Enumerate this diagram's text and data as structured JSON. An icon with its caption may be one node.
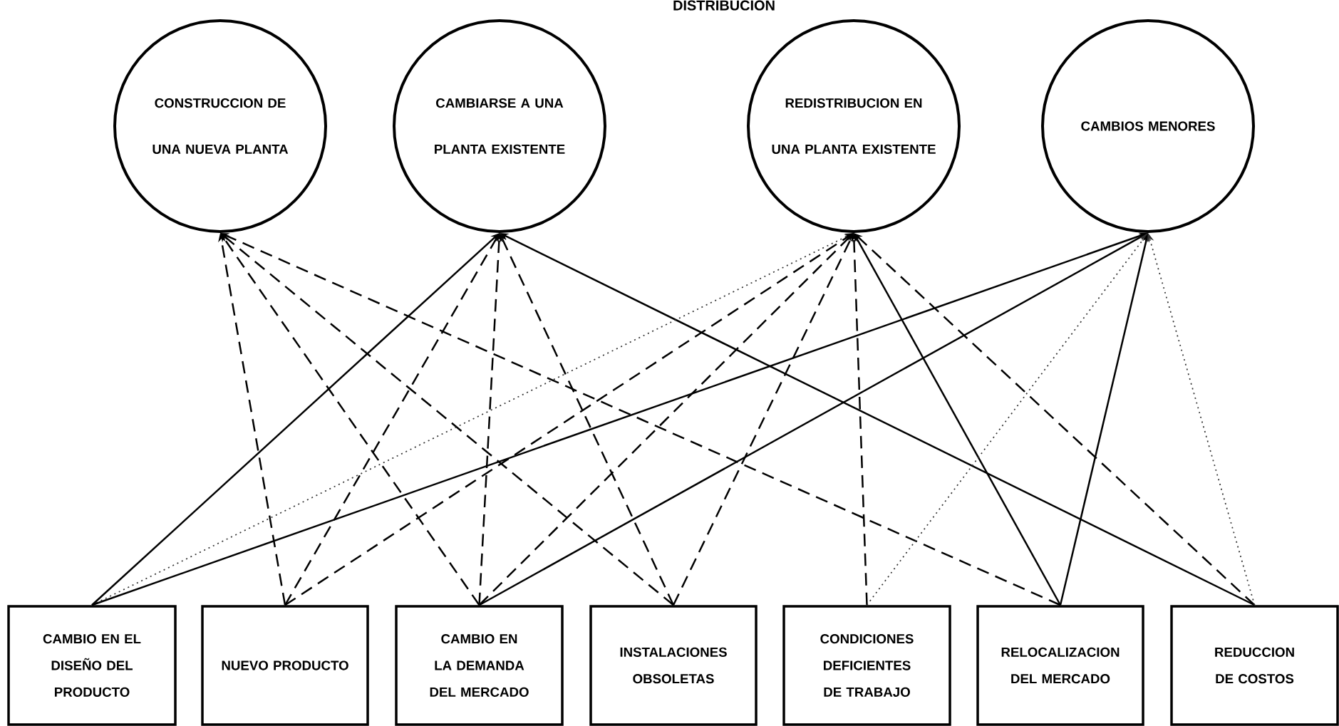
{
  "diagram": {
    "title": "DISTRIBUCION",
    "nodes": [
      {
        "text": [
          "CONSTRUCCION DE UNA NUEVA PLANTA"
        ]
      },
      {
        "text": [
          "CAMBIARSE A UNA PLANTA EXISTENTE"
        ]
      },
      {
        "text": [
          "REDISTRIBUCION EN UNA PLANTA EXISTENTE"
        ]
      },
      {
        "text": [
          "CAMBIOS MENORES"
        ]
      },
      {
        "text": [
          "CAMBIO EN EL DISEÑO DEL PRODUCTO"
        ]
      },
      {
        "text": [
          "NUEVO PRODUCTO"
        ]
      },
      {
        "text": [
          "CAMBIO EN LA DEMANDA DEL MERCADO"
        ]
      },
      {
        "text": [
          "INSTALACIONES OBSOLETAS"
        ]
      },
      {
        "text": [
          "CONDICIONES DEFICIENTES DE TRABAJO"
        ]
      },
      {
        "text": [
          "RELOCALIZACION DEL MERCADO"
        ]
      },
      {
        "text": [
          "REDUCCION DE COSTOS"
        ]
      }
    ],
    "edges": [
      {
        "from": 5,
        "to": 0,
        "arrow": "to",
        "style": "dashed"
      },
      {
        "from": 6,
        "to": 0,
        "arrow": "to",
        "style": "dashed"
      },
      {
        "from": 7,
        "to": 0,
        "arrow": "to",
        "style": "dashed"
      },
      {
        "from": 9,
        "to": 0,
        "arrow": "to",
        "style": "dashed"
      },
      {
        "from": 4,
        "to": 1,
        "arrow": "to"
      },
      {
        "from": 5,
        "to": 1,
        "arrow": "to",
        "style": "dashed"
      },
      {
        "from": 6,
        "to": 1,
        "arrow": "to",
        "style": "dashed"
      },
      {
        "from": 7,
        "to": 1,
        "arrow": "to",
        "style": "dashed"
      },
      {
        "from": 10,
        "to": 1,
        "arrow": "to"
      },
      {
        "from": 4,
        "to": 2,
        "arrow": "to",
        "style": "dashed",
        "color": "#333333"
      },
      {
        "from": 5,
        "to": 2,
        "arrow": "to",
        "style": "dashed"
      },
      {
        "from": 6,
        "to": 2,
        "arrow": "to",
        "style": "dashed"
      },
      {
        "from": 7,
        "to": 2,
        "arrow": "to",
        "style": "dashed"
      },
      {
        "from": 8,
        "to": 2,
        "arrow": "to",
        "style": "dashed"
      },
      {
        "from": 9,
        "to": 2,
        "arrow": "to"
      },
      {
        "from": 10,
        "to": 2,
        "arrow": "to",
        "style": "dashed"
      },
      {
        "from": 4,
        "to": 3,
        "arrow": "to"
      },
      {
        "from": 6,
        "to": 3,
        "arrow": "to"
      },
      {
        "from": 8,
        "to": 3,
        "arrow": "to",
        "style": "dashed",
        "color": "#333333"
      },
      {
        "from": 9,
        "to": 3,
        "arrow": "to"
      },
      {
        "from": 10,
        "to": 3,
        "arrow": "to",
        "style": "dashed",
        "color": "#333333"
      }
    ]
  }
}
